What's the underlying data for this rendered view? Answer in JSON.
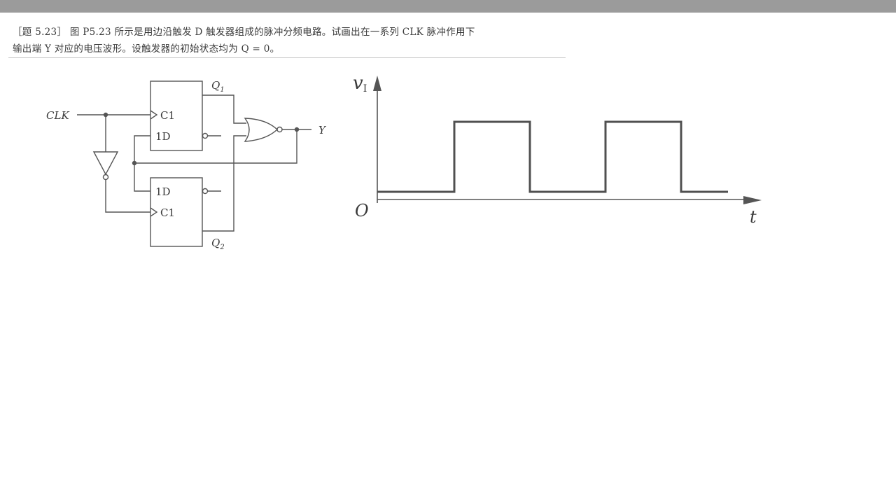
{
  "problem": {
    "line1": "［题 5.23］ 图 P5.23 所示是用边沿触发 D 触发器组成的脉冲分频电路。试画出在一系列 CLK 脉冲作用下",
    "line2": "输出端 Y 对应的电压波形。设触发器的初始状态均为 Q = 0。"
  },
  "circuit": {
    "clk_label": "CLK",
    "ff1_clock_pin": "C1",
    "ff1_data_pin": "1D",
    "ff2_data_pin": "1D",
    "ff2_clock_pin": "C1",
    "q1_main": "Q",
    "q1_sub": "1",
    "q2_main": "Q",
    "q2_sub": "2",
    "output_label": "Y"
  },
  "waveform": {
    "y_axis_main": "v",
    "y_axis_sub": "I",
    "origin_label": "O",
    "x_axis_label": "t",
    "pulse_levels": [
      0,
      1,
      0,
      1,
      0
    ]
  },
  "colors": {
    "line": "#555555",
    "wave": "#505050",
    "topbar": "#9b9b9b"
  }
}
